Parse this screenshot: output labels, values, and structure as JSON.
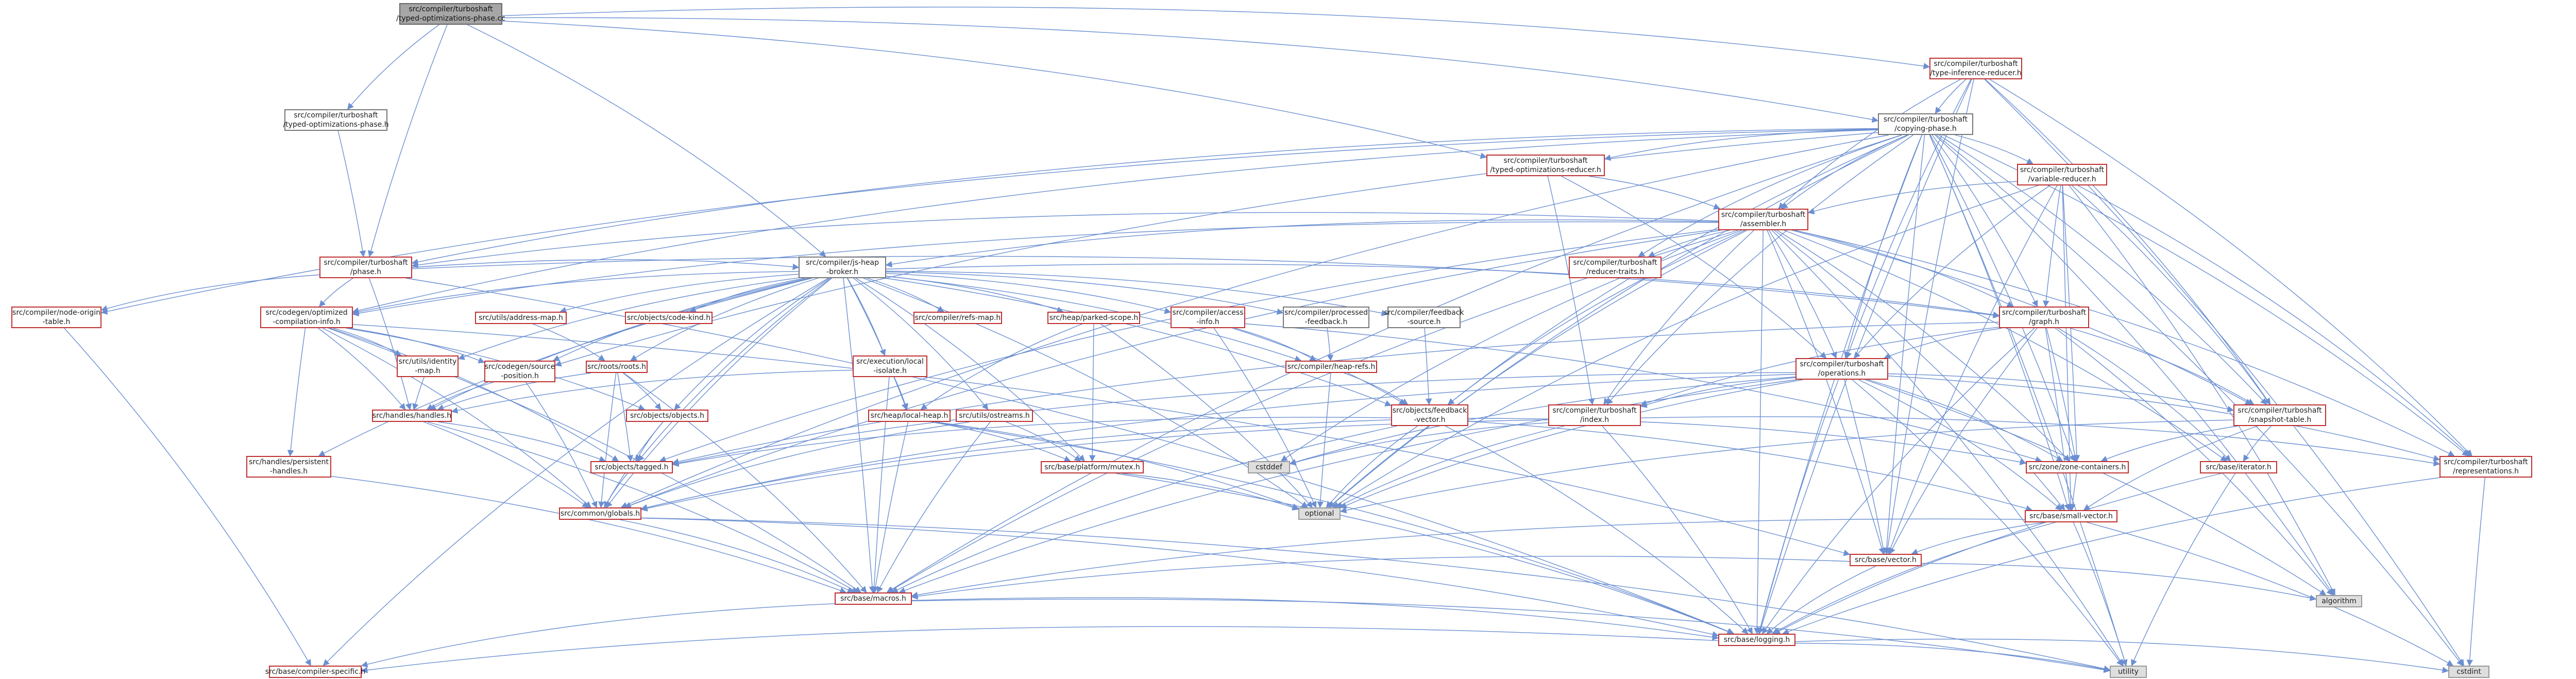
{
  "diagram": {
    "nodes": [
      {
        "id": "root",
        "lines": [
          "src/compiler/turboshaft",
          "/typed-optimizations-phase.cc"
        ],
        "style": "root"
      },
      {
        "id": "typeinf",
        "lines": [
          "src/compiler/turboshaft",
          "/type-inference-reducer.h"
        ],
        "style": "red"
      },
      {
        "id": "typedphaseh",
        "lines": [
          "src/compiler/turboshaft",
          "/typed-optimizations-phase.h"
        ],
        "style": "black"
      },
      {
        "id": "copying",
        "lines": [
          "src/compiler/turboshaft",
          "/copying-phase.h"
        ],
        "style": "black"
      },
      {
        "id": "typedred",
        "lines": [
          "src/compiler/turboshaft",
          "/typed-optimizations-reducer.h"
        ],
        "style": "red"
      },
      {
        "id": "variable",
        "lines": [
          "src/compiler/turboshaft",
          "/variable-reducer.h"
        ],
        "style": "red"
      },
      {
        "id": "assembler",
        "lines": [
          "src/compiler/turboshaft",
          "/assembler.h"
        ],
        "style": "red"
      },
      {
        "id": "jsheap",
        "lines": [
          "src/compiler/js-heap",
          "-broker.h"
        ],
        "style": "black"
      },
      {
        "id": "phase",
        "lines": [
          "src/compiler/turboshaft",
          "/phase.h"
        ],
        "style": "red"
      },
      {
        "id": "reducerstats",
        "lines": [
          "src/compiler/turboshaft",
          "/reducer-traits.h"
        ],
        "style": "red"
      },
      {
        "id": "nodeorigin",
        "lines": [
          "src/compiler/node-origin",
          "-table.h"
        ],
        "style": "red"
      },
      {
        "id": "optcomp",
        "lines": [
          "src/codegen/optimized",
          "-compilation-info.h"
        ],
        "style": "red"
      },
      {
        "id": "addrmap",
        "lines": [
          "src/utils/address-map.h"
        ],
        "style": "red"
      },
      {
        "id": "codekind",
        "lines": [
          "src/objects/code-kind.h"
        ],
        "style": "red"
      },
      {
        "id": "refsmap",
        "lines": [
          "src/compiler/refs-map.h"
        ],
        "style": "red"
      },
      {
        "id": "parked",
        "lines": [
          "src/heap/parked-scope.h"
        ],
        "style": "red"
      },
      {
        "id": "access",
        "lines": [
          "src/compiler/access",
          "-info.h"
        ],
        "style": "red"
      },
      {
        "id": "processed",
        "lines": [
          "src/compiler/processed",
          "-feedback.h"
        ],
        "style": "black"
      },
      {
        "id": "fbsource",
        "lines": [
          "src/compiler/feedback",
          "-source.h"
        ],
        "style": "black"
      },
      {
        "id": "graph",
        "lines": [
          "src/compiler/turboshaft",
          "/graph.h"
        ],
        "style": "red"
      },
      {
        "id": "identity",
        "lines": [
          "src/utils/identity",
          "-map.h"
        ],
        "style": "red"
      },
      {
        "id": "srcpos",
        "lines": [
          "src/codegen/source",
          "-position.h"
        ],
        "style": "red"
      },
      {
        "id": "roots",
        "lines": [
          "src/roots/roots.h"
        ],
        "style": "red"
      },
      {
        "id": "execlocal",
        "lines": [
          "src/execution/local",
          "-isolate.h"
        ],
        "style": "red"
      },
      {
        "id": "heaprefs",
        "lines": [
          "src/compiler/heap-refs.h"
        ],
        "style": "red"
      },
      {
        "id": "operations",
        "lines": [
          "src/compiler/turboshaft",
          "/operations.h"
        ],
        "style": "red"
      },
      {
        "id": "handles",
        "lines": [
          "src/handles/handles.h"
        ],
        "style": "red"
      },
      {
        "id": "objects",
        "lines": [
          "src/objects/objects.h"
        ],
        "style": "red"
      },
      {
        "id": "localheap",
        "lines": [
          "src/heap/local-heap.h"
        ],
        "style": "red"
      },
      {
        "id": "ostreams",
        "lines": [
          "src/utils/ostreams.h"
        ],
        "style": "red"
      },
      {
        "id": "fbvector",
        "lines": [
          "src/objects/feedback",
          "-vector.h"
        ],
        "style": "red"
      },
      {
        "id": "index",
        "lines": [
          "src/compiler/turboshaft",
          "/index.h"
        ],
        "style": "red"
      },
      {
        "id": "snapshot",
        "lines": [
          "src/compiler/turboshaft",
          "/snapshot-table.h"
        ],
        "style": "red"
      },
      {
        "id": "persistent",
        "lines": [
          "src/handles/persistent",
          "-handles.h"
        ],
        "style": "red"
      },
      {
        "id": "tagged",
        "lines": [
          "src/objects/tagged.h"
        ],
        "style": "red"
      },
      {
        "id": "cstddef",
        "lines": [
          "cstddef"
        ],
        "style": "gray"
      },
      {
        "id": "mutex",
        "lines": [
          "src/base/platform/mutex.h"
        ],
        "style": "red"
      },
      {
        "id": "zonecont",
        "lines": [
          "src/zone/zone-containers.h"
        ],
        "style": "red"
      },
      {
        "id": "iterator",
        "lines": [
          "src/base/iterator.h"
        ],
        "style": "red"
      },
      {
        "id": "repr",
        "lines": [
          "src/compiler/turboshaft",
          "/representations.h"
        ],
        "style": "red"
      },
      {
        "id": "globals",
        "lines": [
          "src/common/globals.h"
        ],
        "style": "red"
      },
      {
        "id": "optional",
        "lines": [
          "optional"
        ],
        "style": "gray"
      },
      {
        "id": "smallvec",
        "lines": [
          "src/base/small-vector.h"
        ],
        "style": "red"
      },
      {
        "id": "vector",
        "lines": [
          "src/base/vector.h"
        ],
        "style": "red"
      },
      {
        "id": "macros",
        "lines": [
          "src/base/macros.h"
        ],
        "style": "red"
      },
      {
        "id": "algorithm",
        "lines": [
          "algorithm"
        ],
        "style": "gray"
      },
      {
        "id": "logging",
        "lines": [
          "src/base/logging.h"
        ],
        "style": "red"
      },
      {
        "id": "compspec",
        "lines": [
          "src/base/compiler-specific.h"
        ],
        "style": "red"
      },
      {
        "id": "utility",
        "lines": [
          "utility"
        ],
        "style": "gray"
      },
      {
        "id": "cstdint",
        "lines": [
          "cstdint"
        ],
        "style": "gray"
      }
    ],
    "edges": [
      [
        "root",
        "typeinf"
      ],
      [
        "root",
        "typedphaseh"
      ],
      [
        "root",
        "copying"
      ],
      [
        "root",
        "typedred"
      ],
      [
        "root",
        "phase"
      ],
      [
        "root",
        "jsheap"
      ],
      [
        "typedphaseh",
        "phase"
      ],
      [
        "typeinf",
        "copying"
      ],
      [
        "typeinf",
        "assembler"
      ],
      [
        "typeinf",
        "operations"
      ],
      [
        "typeinf",
        "snapshot"
      ],
      [
        "typeinf",
        "repr"
      ],
      [
        "typeinf",
        "logging"
      ],
      [
        "typeinf",
        "cstdint"
      ],
      [
        "typeinf",
        "vector"
      ],
      [
        "copying",
        "variable"
      ],
      [
        "copying",
        "assembler"
      ],
      [
        "copying",
        "typedred"
      ],
      [
        "copying",
        "phase"
      ],
      [
        "copying",
        "graph"
      ],
      [
        "copying",
        "operations"
      ],
      [
        "copying",
        "reducerstats"
      ],
      [
        "copying",
        "snapshot"
      ],
      [
        "copying",
        "index"
      ],
      [
        "copying",
        "repr"
      ],
      [
        "copying",
        "nodeorigin"
      ],
      [
        "copying",
        "optcomp"
      ],
      [
        "copying",
        "fbvector"
      ],
      [
        "copying",
        "zonecont"
      ],
      [
        "copying",
        "smallvec"
      ],
      [
        "copying",
        "vector"
      ],
      [
        "copying",
        "logging"
      ],
      [
        "copying",
        "algorithm"
      ],
      [
        "copying",
        "cstdint"
      ],
      [
        "copying",
        "optional"
      ],
      [
        "copying",
        "utility"
      ],
      [
        "copying",
        "macros"
      ],
      [
        "copying",
        "globals"
      ],
      [
        "copying",
        "srcpos"
      ],
      [
        "typedred",
        "assembler"
      ],
      [
        "typedred",
        "index"
      ],
      [
        "typedred",
        "operations"
      ],
      [
        "variable",
        "assembler"
      ],
      [
        "variable",
        "graph"
      ],
      [
        "variable",
        "operations"
      ],
      [
        "variable",
        "snapshot"
      ],
      [
        "variable",
        "repr"
      ],
      [
        "variable",
        "zonecont"
      ],
      [
        "variable",
        "smallvec"
      ],
      [
        "variable",
        "vector"
      ],
      [
        "variable",
        "algorithm"
      ],
      [
        "variable",
        "optional"
      ],
      [
        "assembler",
        "jsheap"
      ],
      [
        "assembler",
        "reducerstats"
      ],
      [
        "assembler",
        "graph"
      ],
      [
        "assembler",
        "operations"
      ],
      [
        "assembler",
        "index"
      ],
      [
        "assembler",
        "snapshot"
      ],
      [
        "assembler",
        "repr"
      ],
      [
        "assembler",
        "phase"
      ],
      [
        "assembler",
        "fbvector"
      ],
      [
        "assembler",
        "optcomp"
      ],
      [
        "assembler",
        "zonecont"
      ],
      [
        "assembler",
        "smallvec"
      ],
      [
        "assembler",
        "vector"
      ],
      [
        "assembler",
        "logging"
      ],
      [
        "assembler",
        "macros"
      ],
      [
        "assembler",
        "utility"
      ],
      [
        "assembler",
        "optional"
      ],
      [
        "assembler",
        "iterator"
      ],
      [
        "assembler",
        "cstddef"
      ],
      [
        "assembler",
        "globals"
      ],
      [
        "assembler",
        "tagged"
      ],
      [
        "jsheap",
        "addrmap"
      ],
      [
        "jsheap",
        "codekind"
      ],
      [
        "jsheap",
        "refsmap"
      ],
      [
        "jsheap",
        "parked"
      ],
      [
        "jsheap",
        "access"
      ],
      [
        "jsheap",
        "processed"
      ],
      [
        "jsheap",
        "fbsource"
      ],
      [
        "jsheap",
        "optcomp"
      ],
      [
        "jsheap",
        "identity"
      ],
      [
        "jsheap",
        "roots"
      ],
      [
        "jsheap",
        "execlocal"
      ],
      [
        "jsheap",
        "heaprefs"
      ],
      [
        "jsheap",
        "handles"
      ],
      [
        "jsheap",
        "objects"
      ],
      [
        "jsheap",
        "localheap"
      ],
      [
        "jsheap",
        "ostreams"
      ],
      [
        "jsheap",
        "fbvector"
      ],
      [
        "jsheap",
        "persistent"
      ],
      [
        "jsheap",
        "tagged"
      ],
      [
        "jsheap",
        "mutex"
      ],
      [
        "jsheap",
        "globals"
      ],
      [
        "jsheap",
        "optional"
      ],
      [
        "jsheap",
        "macros"
      ],
      [
        "jsheap",
        "graph"
      ],
      [
        "jsheap",
        "compspec"
      ],
      [
        "jsheap",
        "srcpos"
      ],
      [
        "phase",
        "graph"
      ],
      [
        "phase",
        "optcomp"
      ],
      [
        "phase",
        "nodeorigin"
      ],
      [
        "phase",
        "jsheap"
      ],
      [
        "phase",
        "logging"
      ],
      [
        "phase",
        "handles"
      ],
      [
        "nodeorigin",
        "compspec"
      ],
      [
        "optcomp",
        "identity"
      ],
      [
        "optcomp",
        "srcpos"
      ],
      [
        "optcomp",
        "handles"
      ],
      [
        "optcomp",
        "persistent"
      ],
      [
        "optcomp",
        "globals"
      ],
      [
        "optcomp",
        "tagged"
      ],
      [
        "optcomp",
        "vector"
      ],
      [
        "optcomp",
        "macros"
      ],
      [
        "optcomp",
        "objects"
      ],
      [
        "addrmap",
        "roots"
      ],
      [
        "parked",
        "localheap"
      ],
      [
        "parked",
        "mutex"
      ],
      [
        "parked",
        "optional"
      ],
      [
        "access",
        "heaprefs"
      ],
      [
        "access",
        "zonecont"
      ],
      [
        "access",
        "optional"
      ],
      [
        "access",
        "fbvector"
      ],
      [
        "processed",
        "heaprefs"
      ],
      [
        "fbsource",
        "fbvector"
      ],
      [
        "graph",
        "operations"
      ],
      [
        "graph",
        "snapshot"
      ],
      [
        "graph",
        "index"
      ],
      [
        "graph",
        "iterator"
      ],
      [
        "graph",
        "zonecont"
      ],
      [
        "graph",
        "smallvec"
      ],
      [
        "graph",
        "vector"
      ],
      [
        "graph",
        "logging"
      ],
      [
        "graph",
        "algorithm"
      ],
      [
        "graph",
        "tagged"
      ],
      [
        "identity",
        "handles"
      ],
      [
        "srcpos",
        "handles"
      ],
      [
        "srcpos",
        "globals"
      ],
      [
        "roots",
        "handles"
      ],
      [
        "roots",
        "objects"
      ],
      [
        "roots",
        "globals"
      ],
      [
        "roots",
        "tagged"
      ],
      [
        "roots",
        "macros"
      ],
      [
        "execlocal",
        "handles"
      ],
      [
        "execlocal",
        "localheap"
      ],
      [
        "execlocal",
        "macros"
      ],
      [
        "heaprefs",
        "fbvector"
      ],
      [
        "heaprefs",
        "optional"
      ],
      [
        "operations",
        "index"
      ],
      [
        "operations",
        "snapshot"
      ],
      [
        "operations",
        "repr"
      ],
      [
        "operations",
        "zonecont"
      ],
      [
        "operations",
        "smallvec"
      ],
      [
        "operations",
        "vector"
      ],
      [
        "operations",
        "logging"
      ],
      [
        "operations",
        "macros"
      ],
      [
        "operations",
        "utility"
      ],
      [
        "operations",
        "optional"
      ],
      [
        "operations",
        "cstddef"
      ],
      [
        "operations",
        "algorithm"
      ],
      [
        "operations",
        "globals"
      ],
      [
        "operations",
        "tagged"
      ],
      [
        "handles",
        "tagged"
      ],
      [
        "handles",
        "globals"
      ],
      [
        "handles",
        "macros"
      ],
      [
        "objects",
        "tagged"
      ],
      [
        "objects",
        "globals"
      ],
      [
        "localheap",
        "mutex"
      ],
      [
        "localheap",
        "macros"
      ],
      [
        "localheap",
        "logging"
      ],
      [
        "localheap",
        "optional"
      ],
      [
        "ostreams",
        "mutex"
      ],
      [
        "ostreams",
        "macros"
      ],
      [
        "ostreams",
        "globals"
      ],
      [
        "fbvector",
        "zonecont"
      ],
      [
        "fbvector",
        "tagged"
      ],
      [
        "fbvector",
        "globals"
      ],
      [
        "fbvector",
        "optional"
      ],
      [
        "fbvector",
        "macros"
      ],
      [
        "fbvector",
        "logging"
      ],
      [
        "fbvector",
        "smallvec"
      ],
      [
        "index",
        "repr"
      ],
      [
        "index",
        "logging"
      ],
      [
        "index",
        "optional"
      ],
      [
        "index",
        "cstddef"
      ],
      [
        "index",
        "globals"
      ],
      [
        "snapshot",
        "zonecont"
      ],
      [
        "snapshot",
        "smallvec"
      ],
      [
        "snapshot",
        "iterator"
      ],
      [
        "snapshot",
        "optional"
      ],
      [
        "persistent",
        "macros"
      ],
      [
        "tagged",
        "globals"
      ],
      [
        "mutex",
        "logging"
      ],
      [
        "mutex",
        "optional"
      ],
      [
        "zonecont",
        "smallvec"
      ],
      [
        "iterator",
        "logging"
      ],
      [
        "iterator",
        "utility"
      ],
      [
        "repr",
        "logging"
      ],
      [
        "repr",
        "cstdint"
      ],
      [
        "globals",
        "macros"
      ],
      [
        "globals",
        "logging"
      ],
      [
        "globals",
        "utility"
      ],
      [
        "smallvec",
        "vector"
      ],
      [
        "smallvec",
        "logging"
      ],
      [
        "smallvec",
        "macros"
      ],
      [
        "smallvec",
        "utility"
      ],
      [
        "smallvec",
        "cstdint"
      ],
      [
        "vector",
        "macros"
      ],
      [
        "vector",
        "logging"
      ],
      [
        "vector",
        "algorithm"
      ],
      [
        "macros",
        "logging"
      ],
      [
        "macros",
        "compspec"
      ],
      [
        "macros",
        "utility"
      ],
      [
        "logging",
        "compspec"
      ],
      [
        "logging",
        "utility"
      ],
      [
        "logging",
        "cstdint"
      ]
    ]
  }
}
